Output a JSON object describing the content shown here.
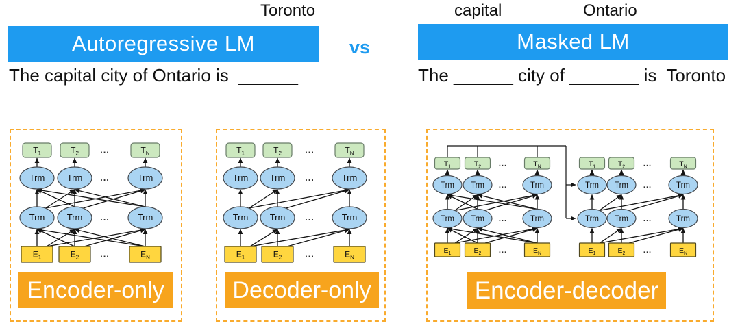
{
  "header": {
    "left_answer": "Toronto",
    "left_bar_label": "Autoregressive LM",
    "left_sentence": "The capital city of Ontario is  ______",
    "vs_label": "vs",
    "right_answer_1": "capital",
    "right_answer_2": "Ontario",
    "right_bar_label": "Masked LM",
    "right_sentence": "The ______ city of _______ is  Toronto"
  },
  "panels": [
    {
      "name": "encoder-only",
      "label": "Encoder-only",
      "structure": "full"
    },
    {
      "name": "decoder-only",
      "label": "Decoder-only",
      "structure": "causal"
    },
    {
      "name": "encoder-decoder",
      "label": "Encoder-decoder",
      "structure": "dual"
    }
  ],
  "diagram_nodes": {
    "transformer_label": "Trm",
    "ellipsis": "...",
    "outputs": [
      {
        "base": "T",
        "sub": "1"
      },
      {
        "base": "T",
        "sub": "2"
      },
      {
        "base": "T",
        "sub": "N"
      }
    ],
    "inputs": [
      {
        "base": "E",
        "sub": "1"
      },
      {
        "base": "E",
        "sub": "2"
      },
      {
        "base": "E",
        "sub": "N"
      }
    ]
  },
  "colors": {
    "banner_blue": "#1e9bf0",
    "vs_blue": "#1e9bf0",
    "label_orange": "#f7a41d",
    "panel_border_orange": "#f9ab2e",
    "output_box_green": "#cce8bf",
    "output_box_border": "#687c68",
    "trm_ellipse_blue": "#aad4f2",
    "trm_ellipse_border": "#45494e",
    "input_box_yellow": "#ffd63f",
    "input_box_border": "#51491f",
    "arrow": "#141414",
    "node_text": "#111111",
    "ellipsis_text": "#2c2c2c"
  }
}
